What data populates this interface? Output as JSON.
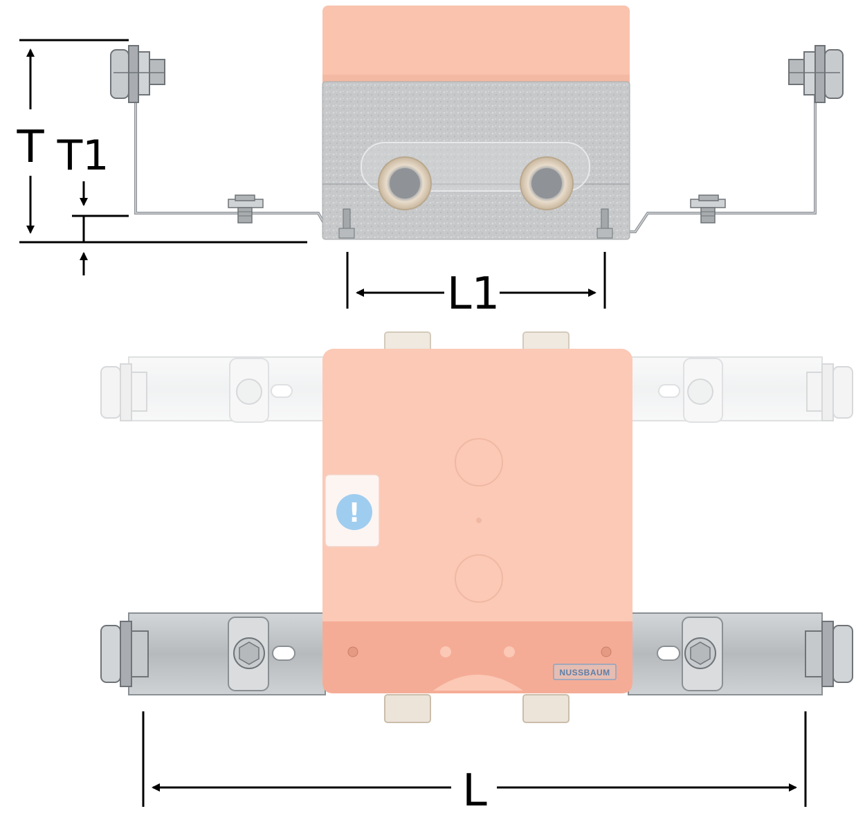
{
  "dimensions": {
    "T": "T",
    "T1": "T1",
    "L1": "L1",
    "L": "L"
  },
  "brand": {
    "logo_text": "NUSSBAUM"
  },
  "label_icon": {
    "glyph": "!",
    "icon_name": "exclamation-info-icon"
  },
  "colors": {
    "housing_cover": "#f9c3ae",
    "housing_cover_dark": "#f2b199",
    "eps_body": "#c9cacb",
    "metal": "#bfc3c6",
    "metal_dark": "#7e8489",
    "dimension_line": "#000000",
    "info_icon": "#8fc7ea",
    "brand_badge": "#6f8fb3"
  }
}
